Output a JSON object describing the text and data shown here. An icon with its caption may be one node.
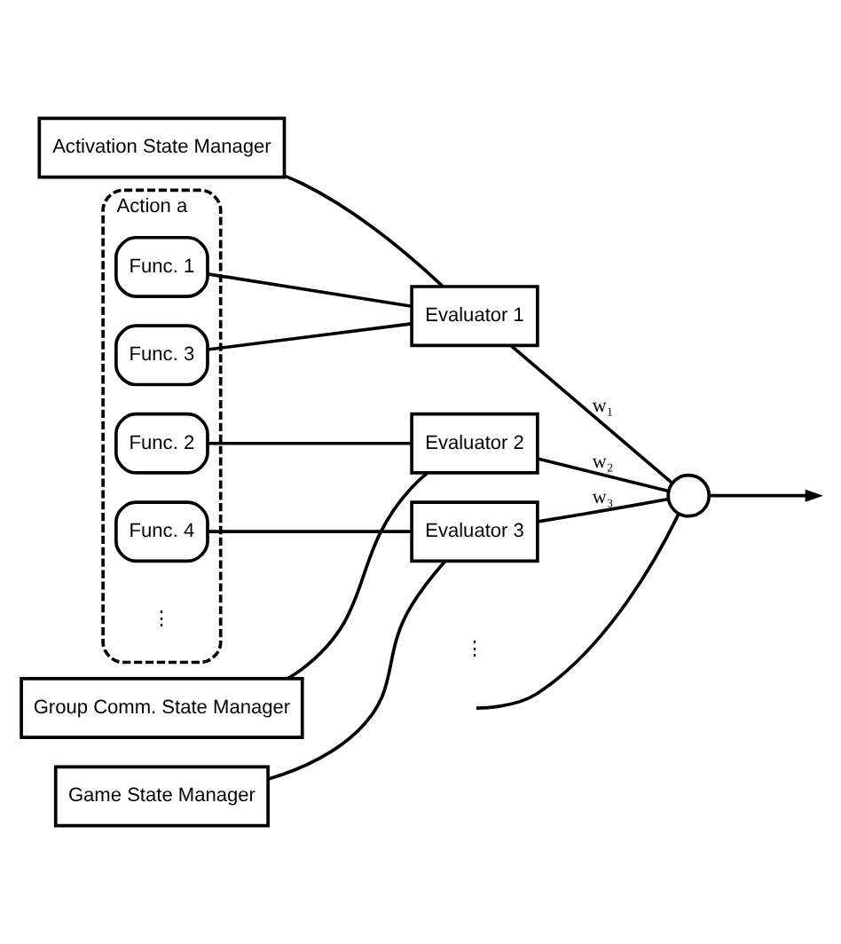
{
  "diagram": {
    "nodes": [
      {
        "text": [
          "Action a"
        ]
      },
      {
        "text": [
          "Func. 1"
        ],
        "in": 0
      },
      {
        "text": [
          "Func. 2"
        ],
        "in": 0
      },
      {
        "text": [
          "Func. 3"
        ],
        "in": 0
      },
      {
        "text": [
          "Func. 4"
        ],
        "in": 0
      },
      {
        "text": [
          "Activation State Manager"
        ]
      },
      {
        "text": [
          "Game State Manager"
        ]
      },
      {
        "text": [
          "Group Comm. State Manager"
        ]
      },
      {
        "text": [
          "Evaluator 1"
        ]
      },
      {
        "text": [
          "Evaluator 2"
        ]
      },
      {
        "text": [
          "Evaluator 3"
        ]
      },
      {
        "text": [],
        "shape": "circle"
      }
    ],
    "edges": [
      {
        "from": 1,
        "to": 8,
        "arrow": "none"
      },
      {
        "from": 2,
        "to": 9,
        "arrow": "none"
      },
      {
        "from": 3,
        "to": 8,
        "arrow": "none"
      },
      {
        "from": 4,
        "to": 10,
        "arrow": "none"
      },
      {
        "from": 5,
        "to": 8,
        "arrow": "none"
      },
      {
        "from": 6,
        "to": 10,
        "arrow": "none"
      },
      {
        "from": 7,
        "to": 9,
        "arrow": "none"
      },
      {
        "from": 8,
        "to": 11,
        "arrow": "none",
        "label": "w₁"
      },
      {
        "from": 9,
        "to": 11,
        "arrow": "none",
        "label": "w₂"
      },
      {
        "from": 10,
        "to": 11,
        "arrow": "none",
        "label": "w₃"
      },
      {
        "from": null,
        "to": 11,
        "arrow": "none"
      },
      {
        "from": 11,
        "to": null,
        "arrow": "to"
      }
    ],
    "labels": [
      "⋮",
      "⋮"
    ]
  }
}
